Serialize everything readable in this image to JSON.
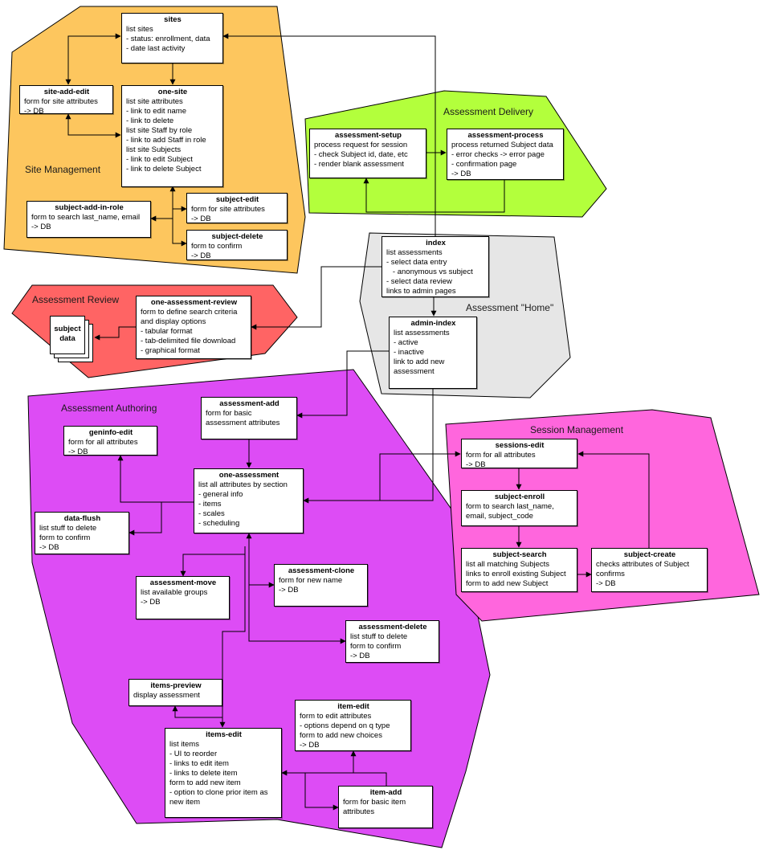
{
  "colors": {
    "site_management": "#FDC65E",
    "assessment_delivery": "#B3FF3C",
    "assessment_home": "#E6E6E6",
    "assessment_review": "#FF6464",
    "assessment_authoring": "#DD4CF5",
    "session_management": "#FF66DD",
    "box_fill": "#FFFFFF",
    "line": "#000000"
  },
  "regions": {
    "site_management": "Site Management",
    "assessment_delivery": "Assessment Delivery",
    "assessment_home": "Assessment \"Home\"",
    "assessment_review": "Assessment Review",
    "assessment_authoring": "Assessment Authoring",
    "session_management": "Session Management"
  },
  "nodes": {
    "sites": {
      "title": "sites",
      "lines": [
        "list sites",
        "- status: enrollment, data",
        "- date last activity"
      ]
    },
    "site_add_edit": {
      "title": "site-add-edit",
      "lines": [
        "form for site attributes",
        "-> DB"
      ]
    },
    "one_site": {
      "title": "one-site",
      "lines": [
        "list site attributes",
        "- link to edit name",
        "- link to delete",
        "list site Staff by role",
        "- link to add Staff in role",
        "list site Subjects",
        "- link to edit Subject",
        "- link to delete Subject"
      ]
    },
    "subject_add_in_role": {
      "title": "subject-add-in-role",
      "lines": [
        "form to search last_name, email",
        "-> DB"
      ]
    },
    "subject_edit": {
      "title": "subject-edit",
      "lines": [
        "form for site attributes",
        "-> DB"
      ]
    },
    "subject_delete": {
      "title": "subject-delete",
      "lines": [
        "form to confirm",
        "-> DB"
      ]
    },
    "assessment_setup": {
      "title": "assessment-setup",
      "lines": [
        "process request for session",
        "- check Subject id, date, etc",
        "- render blank assessment"
      ]
    },
    "assessment_process": {
      "title": "assessment-process",
      "lines": [
        "process returned Subject data",
        "- error checks -> error page",
        "- confirmation page",
        "-> DB"
      ]
    },
    "index": {
      "title": "index",
      "lines": [
        "list assessments",
        "- select data entry",
        "   - anonymous vs subject",
        "- select data review",
        "links to admin pages"
      ]
    },
    "admin_index": {
      "title": "admin-index",
      "lines": [
        "list assessments",
        "- active",
        "- inactive",
        "link to add new",
        "assessment"
      ]
    },
    "one_assessment_review": {
      "title": "one-assessment-review",
      "lines": [
        "form to define search criteria",
        "and display options",
        "- tabular format",
        "- tab-delimited file download",
        "- graphical format"
      ]
    },
    "subject_data": {
      "label": "subject\ndata"
    },
    "assessment_add": {
      "title": "assessment-add",
      "lines": [
        "form for basic",
        "assessment attributes"
      ]
    },
    "geninfo_edit": {
      "title": "geninfo-edit",
      "lines": [
        "form for all attributes",
        "-> DB"
      ]
    },
    "one_assessment": {
      "title": "one-assessment",
      "lines": [
        "list all attributes by section",
        "- general info",
        "- items",
        "- scales",
        "- scheduling"
      ]
    },
    "data_flush": {
      "title": "data-flush",
      "lines": [
        "list stuff to delete",
        "form to confirm",
        "-> DB"
      ]
    },
    "assessment_move": {
      "title": "assessment-move",
      "lines": [
        "list available groups",
        "-> DB"
      ]
    },
    "assessment_clone": {
      "title": "assessment-clone",
      "lines": [
        "form for new name",
        "-> DB"
      ]
    },
    "assessment_delete": {
      "title": "assessment-delete",
      "lines": [
        "list stuff to delete",
        "form to confirm",
        "-> DB"
      ]
    },
    "items_preview": {
      "title": "items-preview",
      "lines": [
        "display assessment"
      ]
    },
    "item_edit": {
      "title": "item-edit",
      "lines": [
        "form to edit attributes",
        "- options depend on q type",
        "form to add new choices",
        "-> DB"
      ]
    },
    "items_edit": {
      "title": "items-edit",
      "lines": [
        "list items",
        "- UI to reorder",
        "- links to edit item",
        "- links to delete item",
        "form to add new item",
        "- option to clone prior item as",
        "new item"
      ]
    },
    "item_add": {
      "title": "item-add",
      "lines": [
        "form for basic item",
        "attributes"
      ]
    },
    "sessions_edit": {
      "title": "sessions-edit",
      "lines": [
        "form for all attributes",
        "-> DB"
      ]
    },
    "subject_enroll": {
      "title": "subject-enroll",
      "lines": [
        "form to search last_name,",
        "email, subject_code"
      ]
    },
    "subject_search": {
      "title": "subject-search",
      "lines": [
        "list all matching Subjects",
        "links to enroll existing Subject",
        "form to add new Subject"
      ]
    },
    "subject_create": {
      "title": "subject-create",
      "lines": [
        "checks attributes of Subject",
        "confirms",
        "-> DB"
      ]
    }
  }
}
